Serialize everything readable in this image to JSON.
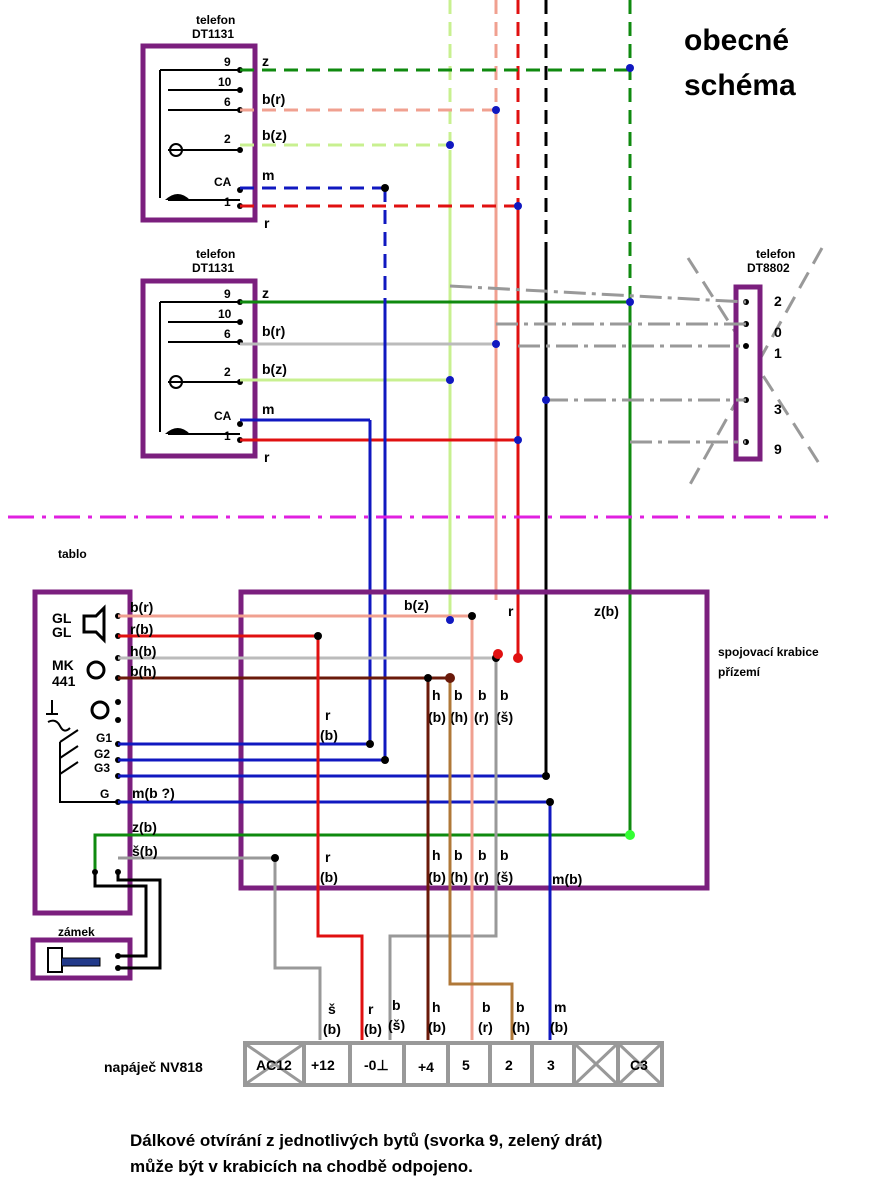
{
  "title": {
    "line1": "obecné",
    "line2": "schéma"
  },
  "telephone1": {
    "label1": "telefon",
    "label2": "DT1131",
    "pins": [
      "9",
      "10",
      "6",
      "2",
      "CA",
      "1"
    ]
  },
  "telephone2": {
    "label1": "telefon",
    "label2": "DT1131",
    "pins": [
      "9",
      "10",
      "6",
      "2",
      "CA",
      "1"
    ]
  },
  "telephone3": {
    "label1": "telefon",
    "label2": "DT8802",
    "pins": [
      "2",
      "0",
      "1",
      "3",
      "9"
    ]
  },
  "wire_labels_phone1": [
    "z",
    "b(r)",
    "b(z)",
    "m",
    "r"
  ],
  "wire_labels_phone2": [
    "z",
    "b(r)",
    "b(z)",
    "m",
    "r"
  ],
  "tablo": {
    "label": "tablo",
    "components": [
      "GL",
      "GL",
      "MK",
      "441"
    ],
    "switches": [
      "G1",
      "G2",
      "G3",
      "G"
    ],
    "wire_labels": [
      "b(r)",
      "r(b)",
      "h(b)",
      "b(h)",
      "m(b ?)",
      "z(b)",
      "š(b)"
    ]
  },
  "lock": {
    "label": "zámek"
  },
  "junction_box": {
    "label1": "spojovací krabice",
    "label2": "přízemí",
    "top_labels": [
      "b(z)",
      "r",
      "z(b)"
    ],
    "labels_upper": [
      {
        "top": "r",
        "bottom": "(b)"
      },
      {
        "top": "h",
        "bottom": "(b)"
      },
      {
        "top": "b",
        "bottom": "(h)"
      },
      {
        "top": "b",
        "bottom": "(r)"
      },
      {
        "top": "b",
        "bottom": "(š)"
      }
    ],
    "labels_lower": [
      {
        "top": "r",
        "bottom": "(b)"
      },
      {
        "top": "h",
        "bottom": "(b)"
      },
      {
        "top": "b",
        "bottom": "(h)"
      },
      {
        "top": "b",
        "bottom": "(r)"
      },
      {
        "top": "b",
        "bottom": "(š)"
      }
    ],
    "label_mb": "m(b)"
  },
  "supply": {
    "label": "napáječ NV818",
    "terminals": [
      "AC12",
      "+12",
      "-0⊥",
      "+4",
      "5",
      "2",
      "3",
      "",
      "C3"
    ],
    "wire_labels": [
      {
        "top": "š",
        "bottom": "(b)"
      },
      {
        "top": "r",
        "bottom": "(b)"
      },
      {
        "top": "b",
        "bottom": "(š)"
      },
      {
        "top": "h",
        "bottom": "(b)"
      },
      {
        "top": "b",
        "bottom": "(r)"
      },
      {
        "top": "b",
        "bottom": "(h)"
      },
      {
        "top": "m",
        "bottom": "(b)"
      }
    ]
  },
  "note": {
    "line1": "Dálkové otvírání z jednotlivých bytů (svorka 9, zelený drát)",
    "line2": "může být v krabicích na chodbě odpojeno."
  },
  "colors": {
    "frame": "#7b1f7e",
    "green": "#0f8a0f",
    "salmon": "#f0a090",
    "lightgreen": "#c8f090",
    "blue": "#1018c0",
    "red": "#e01010",
    "black": "#000000",
    "gray": "#999999",
    "brown": "#6a1a0a",
    "tan": "#b07838",
    "magenta": "#e020e0"
  }
}
